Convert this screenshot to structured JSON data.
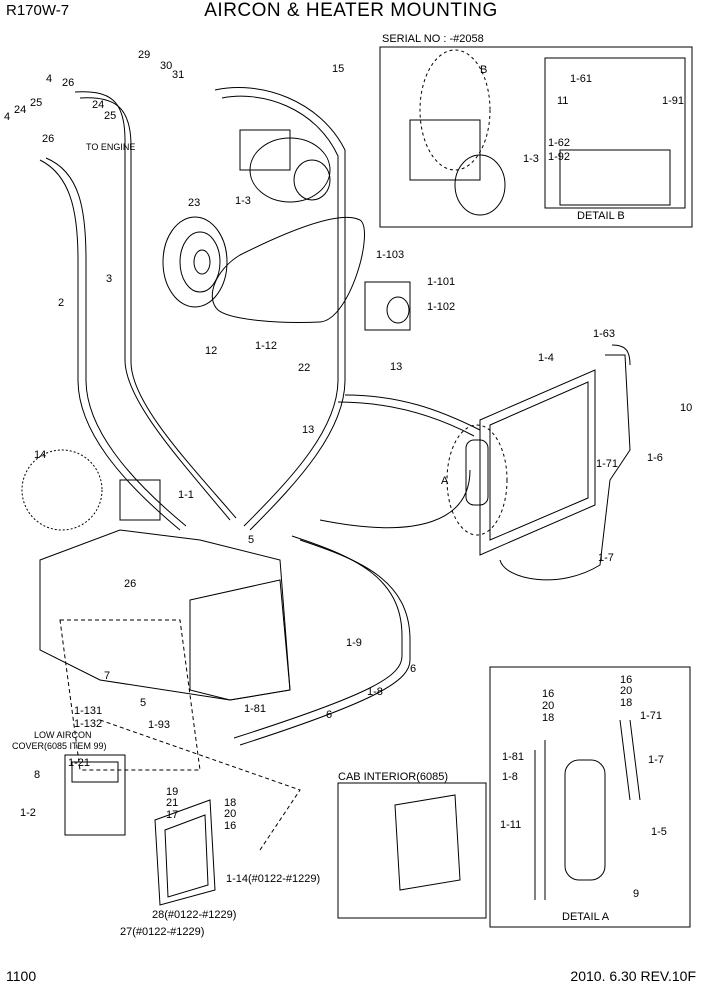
{
  "header": {
    "model": "R170W-7",
    "title": "AIRCON & HEATER MOUNTING",
    "serial": "SERIAL NO : -#2058"
  },
  "footer": {
    "page": "1100",
    "revision": "2010. 6.30  REV.10F"
  },
  "callouts": [
    "4",
    "26",
    "25",
    "24",
    "4",
    "24",
    "25",
    "26",
    "29",
    "30",
    "31",
    "15",
    "1-3",
    "23",
    "2",
    "3",
    "12",
    "1-12",
    "1-103",
    "1-101",
    "1-102",
    "13",
    "22",
    "13",
    "1-63",
    "1-4",
    "10",
    "1-6",
    "1-71",
    "A",
    "1-7",
    "14",
    "1-1",
    "5",
    "26",
    "7",
    "5",
    "1-131",
    "1-132",
    "1-9",
    "1-8",
    "6",
    "6",
    "1-81",
    "1-93",
    "8",
    "1-21",
    "1-2",
    "19",
    "21",
    "17",
    "18",
    "20",
    "16",
    "1-14(#0122-#1229)",
    "28(#0122-#1229)",
    "27(#0122-#1229)",
    "B",
    "1-61",
    "11",
    "1-91",
    "1-62",
    "1-92",
    "1-3",
    "16",
    "20",
    "18",
    "16",
    "20",
    "18",
    "1-71",
    "1-81",
    "1-7",
    "1-8",
    "1-11",
    "1-5",
    "9"
  ],
  "notes": {
    "to_engine": "TO ENGINE",
    "low_cover_1": "LOW AIRCON",
    "low_cover_2": "COVER(6085 ITEM 99)",
    "cab_interior": "CAB INTERIOR(6085)",
    "detail_b": "DETAIL B",
    "detail_a": "DETAIL A"
  }
}
